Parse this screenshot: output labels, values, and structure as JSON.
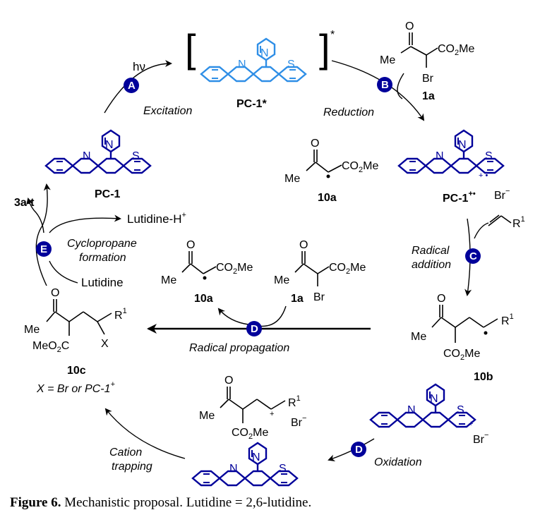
{
  "steps": {
    "A": {
      "badge": "A",
      "label": "Excitation",
      "reagent": "hν"
    },
    "B": {
      "badge": "B",
      "label": "Reduction"
    },
    "C": {
      "badge": "C",
      "label_line1": "Radical",
      "label_line2": "addition"
    },
    "D1": {
      "badge": "D",
      "label": "Radical propagation"
    },
    "D2": {
      "badge": "D",
      "label": "Oxidation"
    },
    "E": {
      "badge": "E",
      "label_line1": "Cyclopropane",
      "label_line2": "formation"
    },
    "trap": {
      "label_line1": "Cation",
      "label_line2": "trapping"
    }
  },
  "species": {
    "pc1": "PC-1",
    "pc1_star": "PC-1*",
    "pc1_rad": "PC-1",
    "pc1_rad_sup": "+•",
    "s10a_top": "10a",
    "s10a_mid": "10a",
    "s1a_top": "1a",
    "s1a_mid": "1a",
    "s10b": "10b",
    "s10c": "10c",
    "x_def": "X = Br or PC-1",
    "x_def_sup": "+",
    "product": "3a-t",
    "lutidine": "Lutidine",
    "lutidine_h": "Lutidine-H",
    "lutidine_h_sup": "+"
  },
  "atoms": {
    "N": "N",
    "S": "S",
    "O": "O",
    "Br": "Br",
    "X": "X",
    "Me": "Me",
    "R": "R",
    "one": "1",
    "CO2Me": "CO",
    "two": "2",
    "Me2": "Me",
    "MeO2C": "MeO",
    "C": "C",
    "bracket_star": "*",
    "plus": "+",
    "minus": "−"
  },
  "colors": {
    "badge": "#00009a",
    "pc_dark": "#00009a",
    "pc_excited": "#2e8ee6"
  },
  "caption": {
    "figure": "Figure 6.",
    "text": " Mechanistic proposal. Lutidine = 2,6-lutidine."
  }
}
